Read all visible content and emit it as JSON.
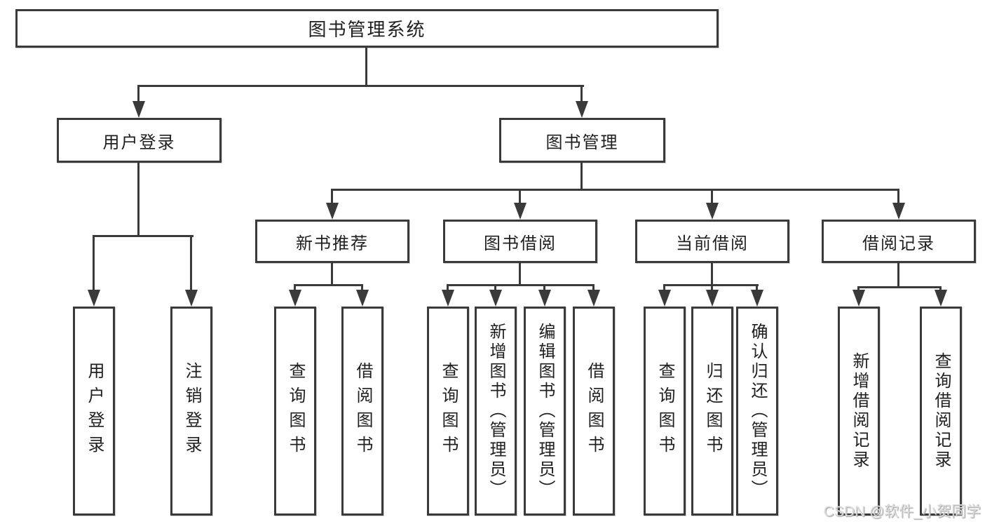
{
  "diagram": {
    "type": "tree",
    "root": {
      "label": "图书管理系统"
    },
    "level2": [
      {
        "label": "用户登录"
      },
      {
        "label": "图书管理"
      }
    ],
    "level3": [
      {
        "label": "新书推荐",
        "parent": "图书管理"
      },
      {
        "label": "图书借阅",
        "parent": "图书管理"
      },
      {
        "label": "当前借阅",
        "parent": "图书管理"
      },
      {
        "label": "借阅记录",
        "parent": "图书管理"
      }
    ],
    "leaves": [
      {
        "label": "用户登录",
        "parent": "用户登录"
      },
      {
        "label": "注销登录",
        "parent": "用户登录"
      },
      {
        "label": "查询图书",
        "parent": "新书推荐"
      },
      {
        "label": "借阅图书",
        "parent": "新书推荐"
      },
      {
        "label": "查询图书",
        "parent": "图书借阅"
      },
      {
        "label": "新增图书（管理员）",
        "parent": "图书借阅"
      },
      {
        "label": "编辑图书（管理员）",
        "parent": "图书借阅"
      },
      {
        "label": "借阅图书",
        "parent": "图书借阅"
      },
      {
        "label": "查询图书",
        "parent": "当前借阅"
      },
      {
        "label": "归还图书",
        "parent": "当前借阅"
      },
      {
        "label": "确认归还（管理员）",
        "parent": "当前借阅"
      },
      {
        "label": "新增借阅记录",
        "parent": "借阅记录"
      },
      {
        "label": "查询借阅记录",
        "parent": "借阅记录"
      }
    ],
    "watermark": "CSDN @软件_小贺同学",
    "colors": {
      "line": "#3a3a3a",
      "text": "#1f1f1f",
      "background": "#ffffff",
      "watermark": "#dcdcdc"
    }
  }
}
